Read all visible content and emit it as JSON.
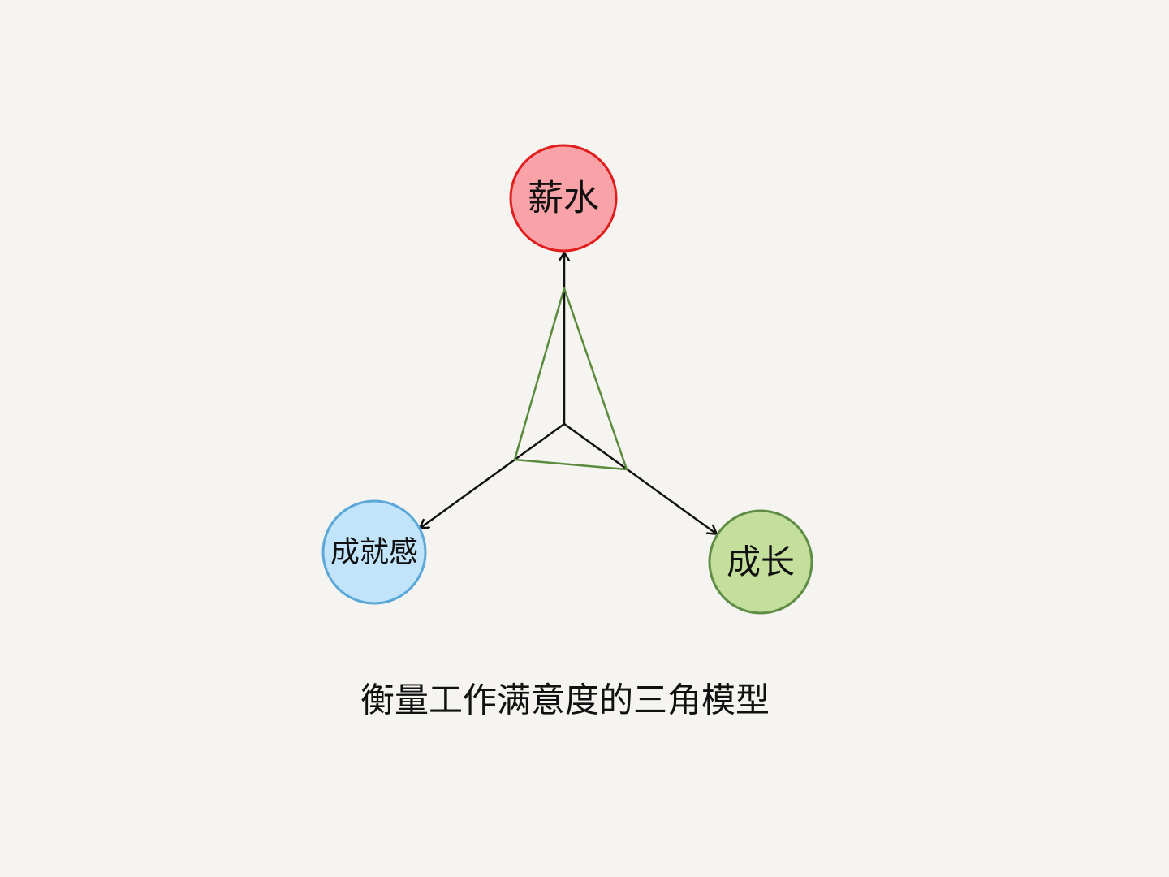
{
  "nodes": {
    "salary": {
      "label": "薪水",
      "fill": "#f9a3a8",
      "stroke": "#e01e1e"
    },
    "achievement": {
      "label": "成就感",
      "fill": "#c2e4fa",
      "stroke": "#5aa7d8"
    },
    "growth": {
      "label": "成长",
      "fill": "#c4de9c",
      "stroke": "#5f8d45"
    }
  },
  "triangle_color": "#5a8a3c",
  "axis_color": "#111111",
  "caption": "衡量工作满意度的三角模型"
}
